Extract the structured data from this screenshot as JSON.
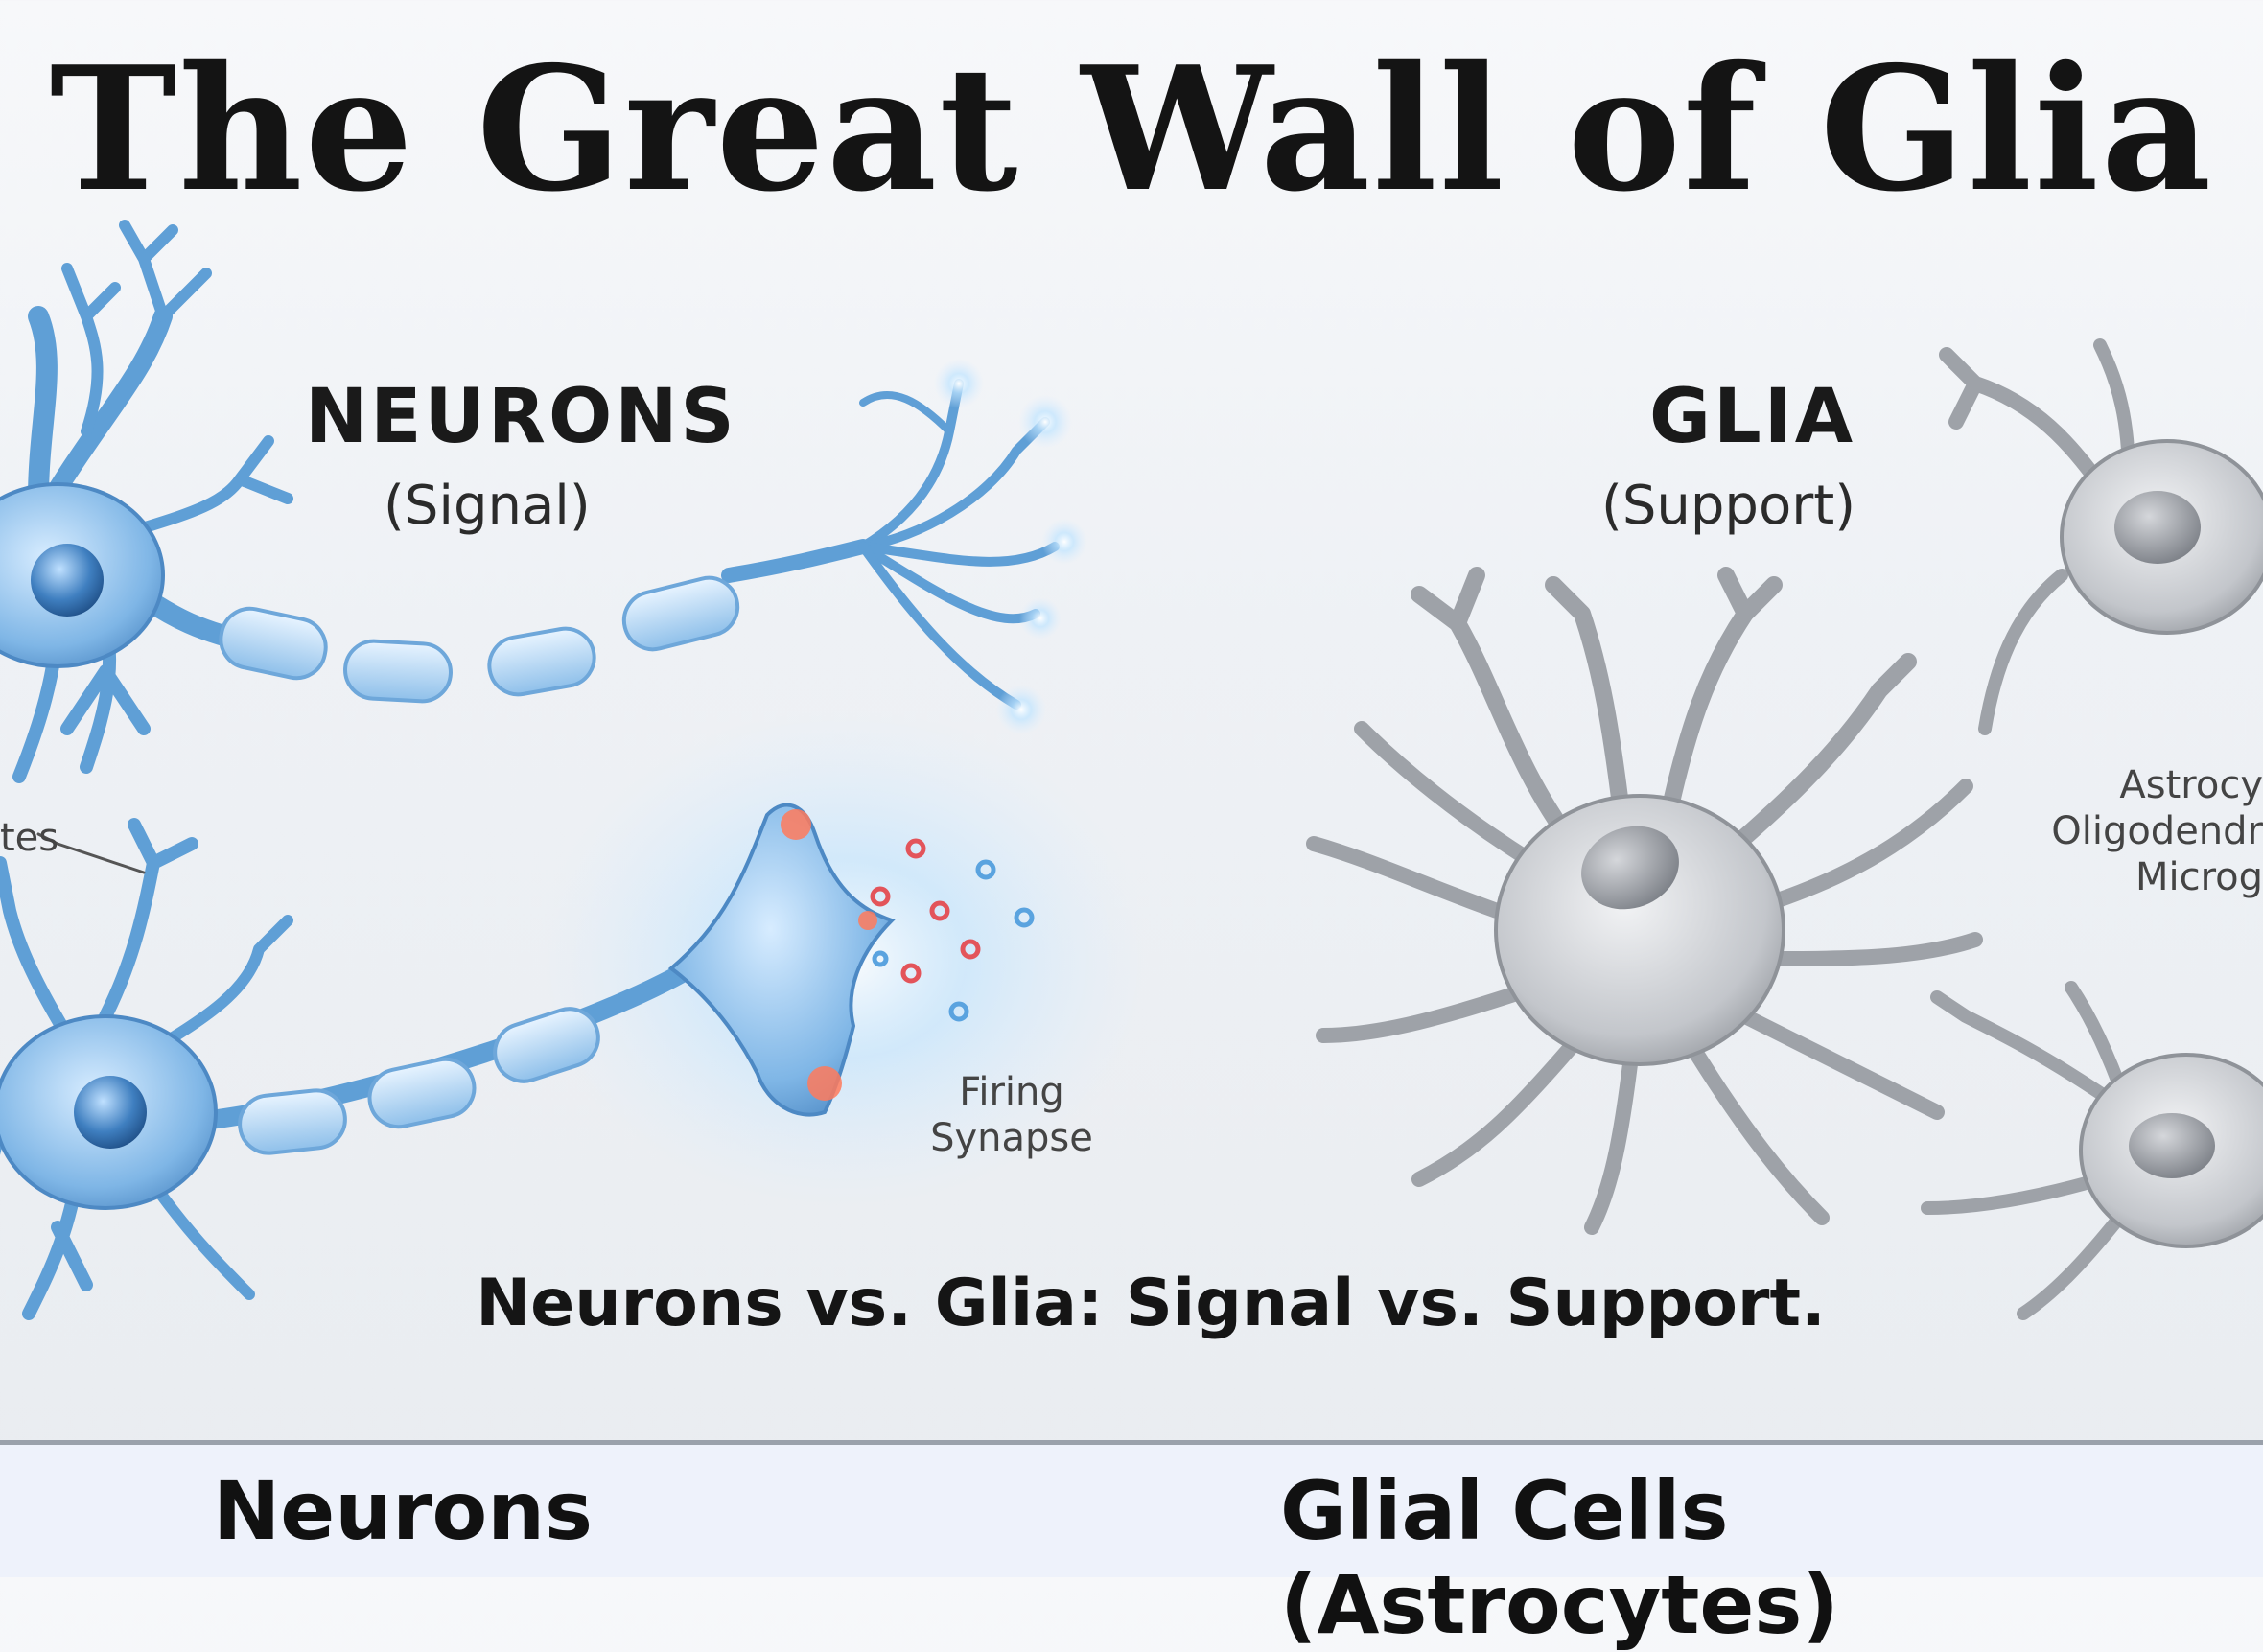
{
  "title": "The Great Wall of Glia",
  "neurons": {
    "heading": "NEURONS",
    "subheading": "(Signal)",
    "side_label": "tes",
    "synapse_label_line1": "Firing",
    "synapse_label_line2": "Synapse"
  },
  "glia": {
    "heading": "GLIA",
    "subheading": "(Support)",
    "types_line1": "Astrocy",
    "types_line2": "Oligodendr",
    "types_line3": "Microg"
  },
  "caption": "Neurons vs. Glia: Signal vs. Support.",
  "footer": {
    "left_label": "Neurons",
    "right_label": "Glial Cells (Astrocytes)"
  },
  "colors": {
    "neuron_blue": "#5f9fd6",
    "neuron_dark": "#2f6fae",
    "glia_gray": "#a9adb3",
    "glia_dark": "#6d7177",
    "spark": "#ff7a5c"
  }
}
